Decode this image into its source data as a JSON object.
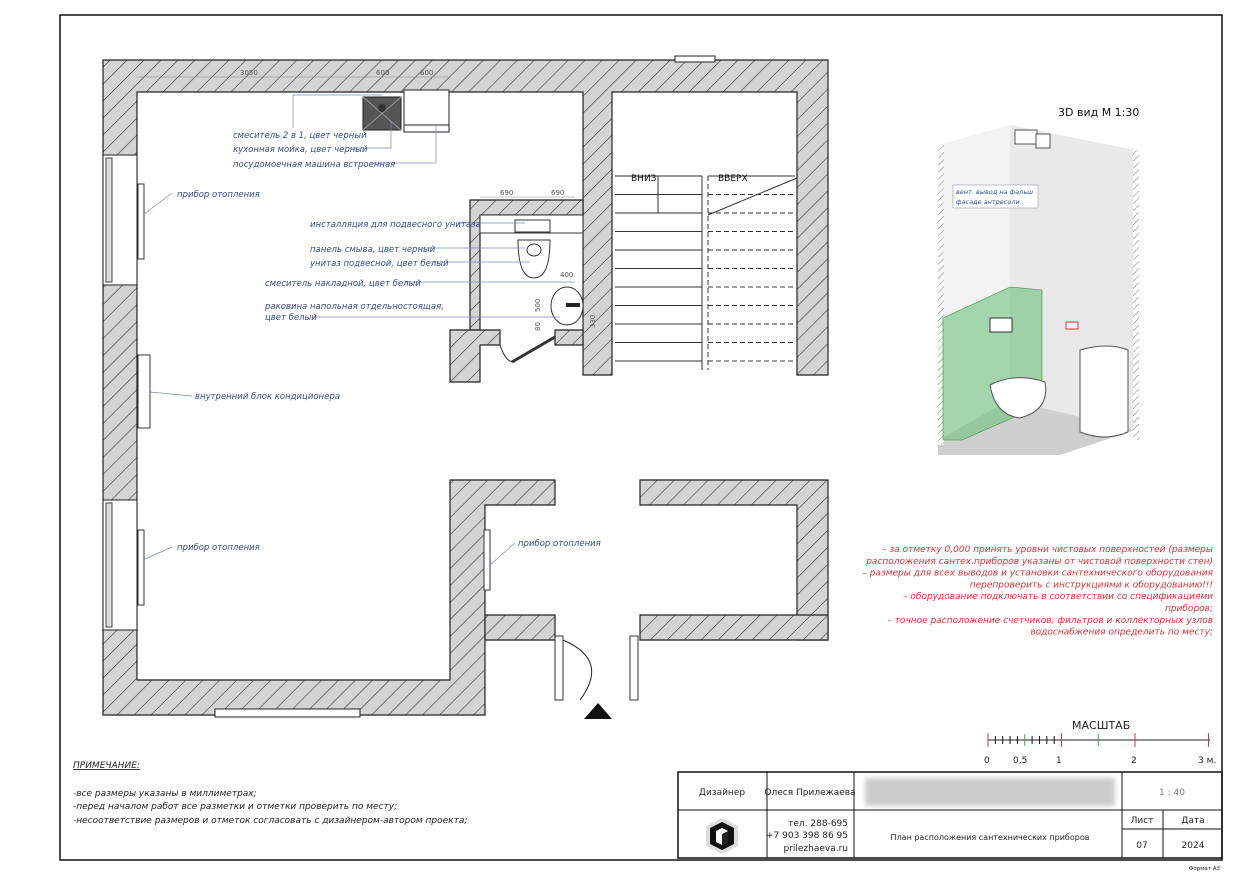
{
  "plan": {
    "dimensions": {
      "d3050": "3050",
      "d600a": "600",
      "d600b": "600",
      "d690a": "690",
      "d690b": "690",
      "d400": "400",
      "d500": "500",
      "d80": "80",
      "d330": "330"
    },
    "labels": {
      "mixer_kitchen": "смеситель 2 в 1, цвет черный",
      "kitchen_sink": "кухонная мойка, цвет черный",
      "dishwasher": "посудомоечная машина встроенная",
      "radiator_1": "прибор отопления",
      "radiator_2": "прибор отопления",
      "radiator_3": "прибор отопления",
      "installation": "инсталляция для подвесного унитаза",
      "flush_panel": "панель смыва, цвет черный",
      "toilet": "унитаз подвесной, цвет белый",
      "mixer_bath": "смеситель накладной, цвет белый",
      "basin_1": "раковина напольная отдельностоящая,",
      "basin_2": "цвет белый",
      "ac_unit": "внутренний блок кондиционера",
      "down": "ВНИЗ",
      "up": "ВВЕРХ"
    }
  },
  "view3d": {
    "title": "3D вид  М 1:30",
    "vent_1": "вент. вывод на фальш",
    "vent_2": "фасаде антресоли",
    "accent": "#7cc48a"
  },
  "red_notes": [
    "– за отметку 0,000 принять уровни чистовых поверхностей (размеры",
    "расположения сантех.приборов указаны от чистовой поверхности стен)",
    "– размеры для всех выводов и установки сантехнического оборудования",
    "перепроверить с инструкциями к оборудованию!!!",
    "– оборудование подключать в соответствии со спецификациями",
    "приборов;",
    "– точное расположение счетчиков, фильтров и коллекторных узлов",
    "водоснабжения определить по месту;"
  ],
  "scale": {
    "title": "МАСШТАБ",
    "ticks": [
      "0",
      "0,5",
      "1",
      "2",
      "3 м."
    ]
  },
  "notes": {
    "title": "ПРИМЕЧАНИЕ:",
    "items": [
      "-все размеры указаны в миллиметрах;",
      "-перед началом работ все разметки и отметки проверить по месту;",
      "-несоответствие размеров и отметок согласовать с дизайнером-автором проекта;"
    ]
  },
  "title_block": {
    "role": "Дизайнер",
    "name": "Олеся Прилежаева",
    "phone1": "тел. 288-695",
    "phone2": "+7 903 398 86 95",
    "site": "prilezhaeva.ru",
    "sheet_title": "План расположения сантехнических приборов",
    "scale": "1 : 40",
    "sheet_label": "Лист",
    "date_label": "Дата",
    "sheet": "07",
    "date": "2024",
    "format": "Формат А3"
  }
}
